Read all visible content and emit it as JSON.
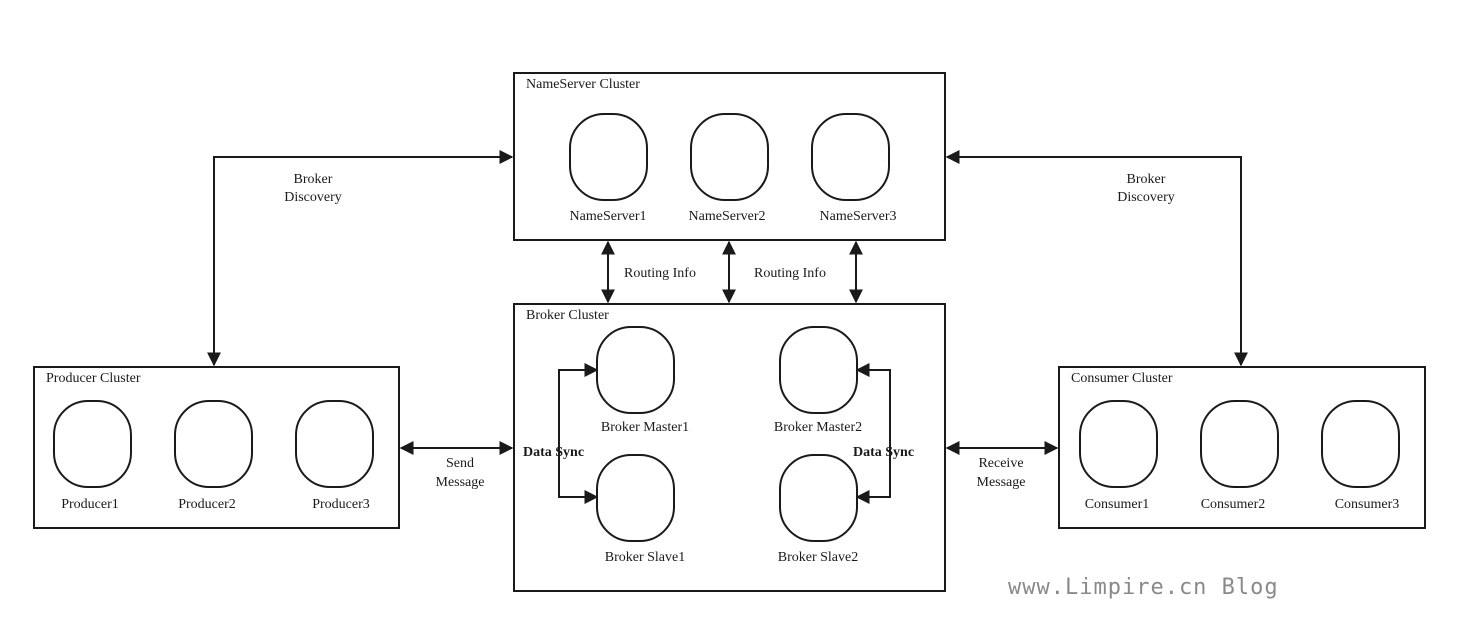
{
  "nameserver_cluster": {
    "title": "NameServer Cluster",
    "nodes": [
      "NameServer1",
      "NameServer2",
      "NameServer3"
    ]
  },
  "broker_cluster": {
    "title": "Broker Cluster",
    "nodes": [
      "Broker Master1",
      "Broker Slave1",
      "Broker Master2",
      "Broker Slave2"
    ]
  },
  "producer_cluster": {
    "title": "Producer Cluster",
    "nodes": [
      "Producer1",
      "Producer2",
      "Producer3"
    ]
  },
  "consumer_cluster": {
    "title": "Consumer Cluster",
    "nodes": [
      "Consumer1",
      "Consumer2",
      "Consumer3"
    ]
  },
  "edges": {
    "left_discovery": [
      "Broker",
      "Discovery"
    ],
    "right_discovery": [
      "Broker",
      "Discovery"
    ],
    "routing_info_1": "Routing Info",
    "routing_info_2": "Routing Info",
    "send_message": [
      "Send",
      "Message"
    ],
    "receive_message": [
      "Receive",
      "Message"
    ],
    "data_sync_left": "Data Sync",
    "data_sync_right": "Data Sync"
  },
  "watermark": "www.Limpire.cn Blog",
  "colors": {
    "stroke": "#1a1a1a",
    "background": "#ffffff",
    "watermark": "#8a8a8a"
  }
}
